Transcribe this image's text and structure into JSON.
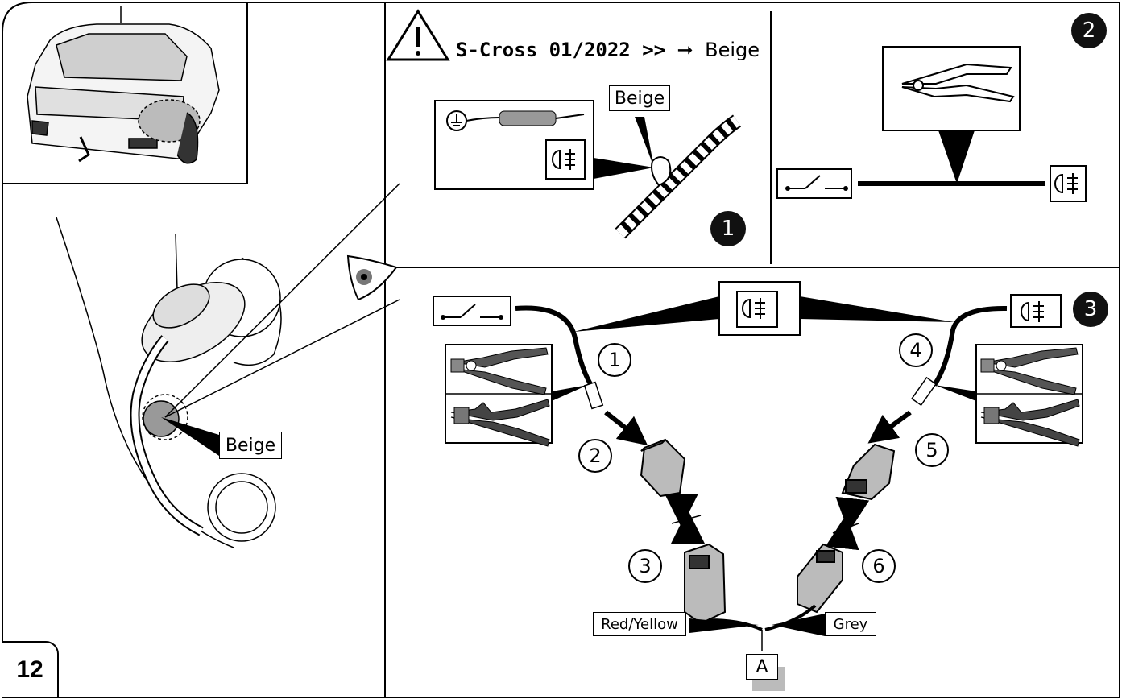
{
  "page_number": "12",
  "warning": {
    "model": "S-Cross 01/2022 >>",
    "arrow": "➞",
    "colour": "Beige"
  },
  "labels": {
    "beige_main": "Beige",
    "beige_panel1": "Beige",
    "red_yellow": "Red/Yellow",
    "grey": "Grey",
    "connector_a": "A"
  },
  "step_badges": [
    "1",
    "2",
    "3"
  ],
  "step_circles": [
    "1",
    "2",
    "3",
    "4",
    "5",
    "6"
  ],
  "icons": [
    "warning-triangle-icon",
    "ground-icon",
    "test-lamp-icon",
    "rear-fog-lamp-icon",
    "switch-icon",
    "side-cutter-icon",
    "crimping-tool-icon",
    "eye-icon",
    "arrow-icon"
  ]
}
